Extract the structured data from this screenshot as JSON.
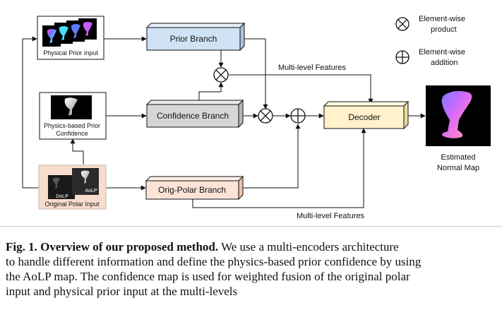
{
  "legend": {
    "product_label_1": "Element-wise",
    "product_label_2": "product",
    "addition_label_1": "Element-wise",
    "addition_label_2": "addition"
  },
  "inputs": {
    "physical_prior": "Physical Prior Input",
    "confidence_line1": "Physics-based Prior",
    "confidence_line2": "Confidence",
    "orig_polar": "Original Polar Input",
    "dolp": "DoLP",
    "aolp": "AoLP"
  },
  "branches": {
    "prior": "Prior Branch",
    "confidence": "Confidence Branch",
    "orig_polar": "Orig-Polar Branch"
  },
  "decoder": "Decoder",
  "features_top": "Multi-level Features",
  "features_bottom": "Multi-level Features",
  "output": {
    "line1": "Estimated",
    "line2": "Normal Map"
  },
  "caption": {
    "label": "Fig. 1. Overview of our proposed method.",
    "line1_rest": " We use a multi-encoders architecture",
    "line2": "to handle different information and define the physics-based prior confidence by using",
    "line3": "the AoLP map. The confidence map is used for weighted fusion of the original polar",
    "line4": "input and physical prior input at the multi-levels"
  },
  "colors": {
    "prior_branch": "#cfe3f5",
    "confidence_branch": "#d6d6d6",
    "orig_polar_branch": "#fbe3d6",
    "decoder": "#fff2cc",
    "orig_input_bg": "#f8dccd"
  }
}
